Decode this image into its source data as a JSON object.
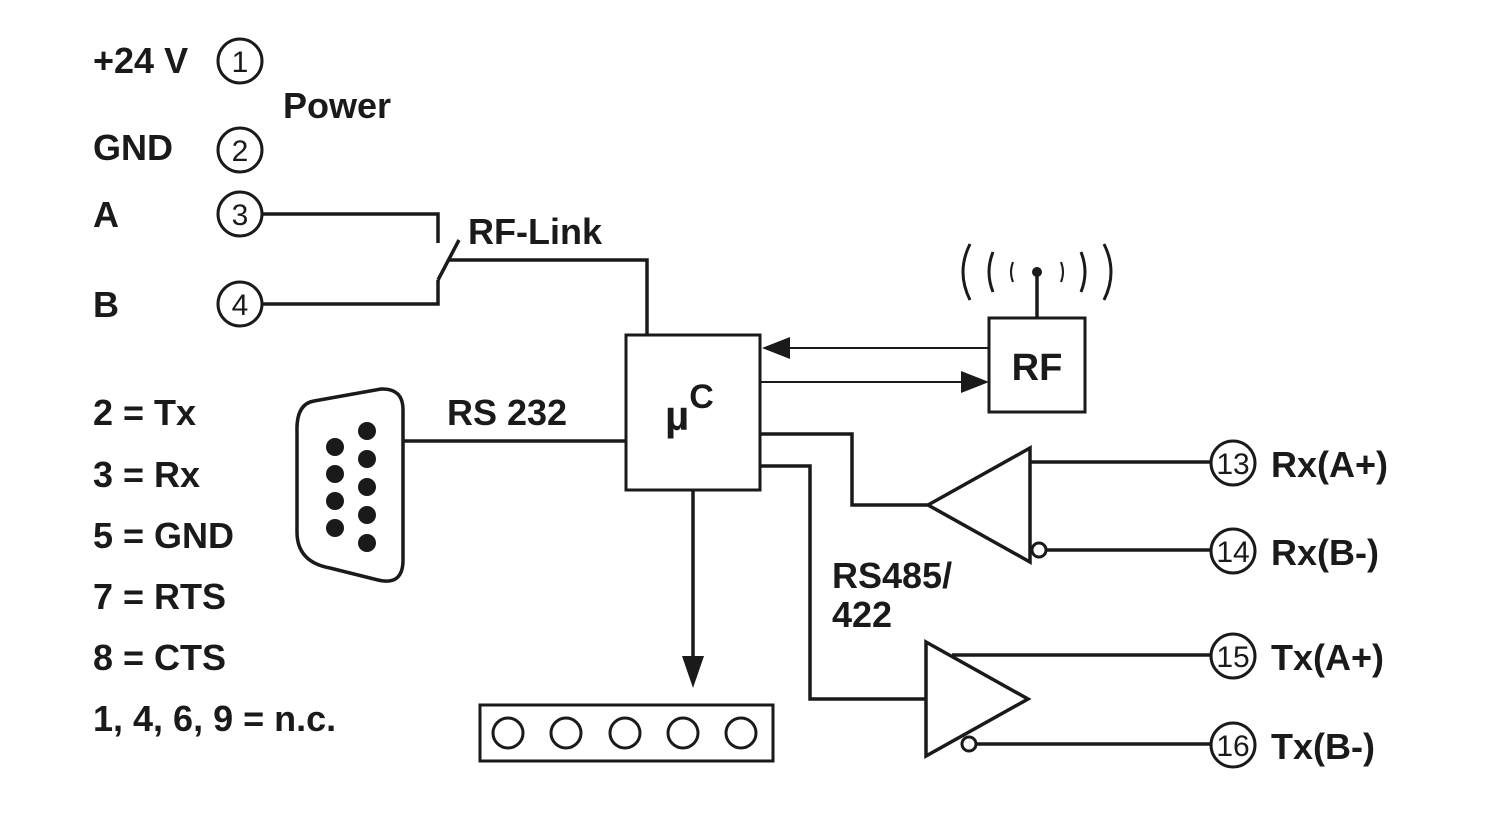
{
  "power": {
    "label": "Power",
    "pins": [
      {
        "name": "+24 V",
        "number": "1"
      },
      {
        "name": "GND",
        "number": "2"
      }
    ]
  },
  "rflink": {
    "label": "RF-Link",
    "pins": [
      {
        "name": "A",
        "number": "3"
      },
      {
        "name": "B",
        "number": "4"
      }
    ]
  },
  "serial": {
    "label": "RS 232",
    "pinout": [
      "2 = Tx",
      "3 = Rx",
      "5 = GND",
      "7 = RTS",
      "8 = CTS",
      "1, 4, 6, 9 = n.c."
    ]
  },
  "mcu": {
    "label": "µ",
    "sup": "C"
  },
  "rf": {
    "label": "RF"
  },
  "rs485": {
    "label_line1": "RS485/",
    "label_line2": "422",
    "terminals": [
      {
        "number": "13",
        "label": "Rx(A+)"
      },
      {
        "number": "14",
        "label": "Rx(B-)"
      },
      {
        "number": "15",
        "label": "Tx(A+)"
      },
      {
        "number": "16",
        "label": "Tx(B-)"
      }
    ]
  }
}
